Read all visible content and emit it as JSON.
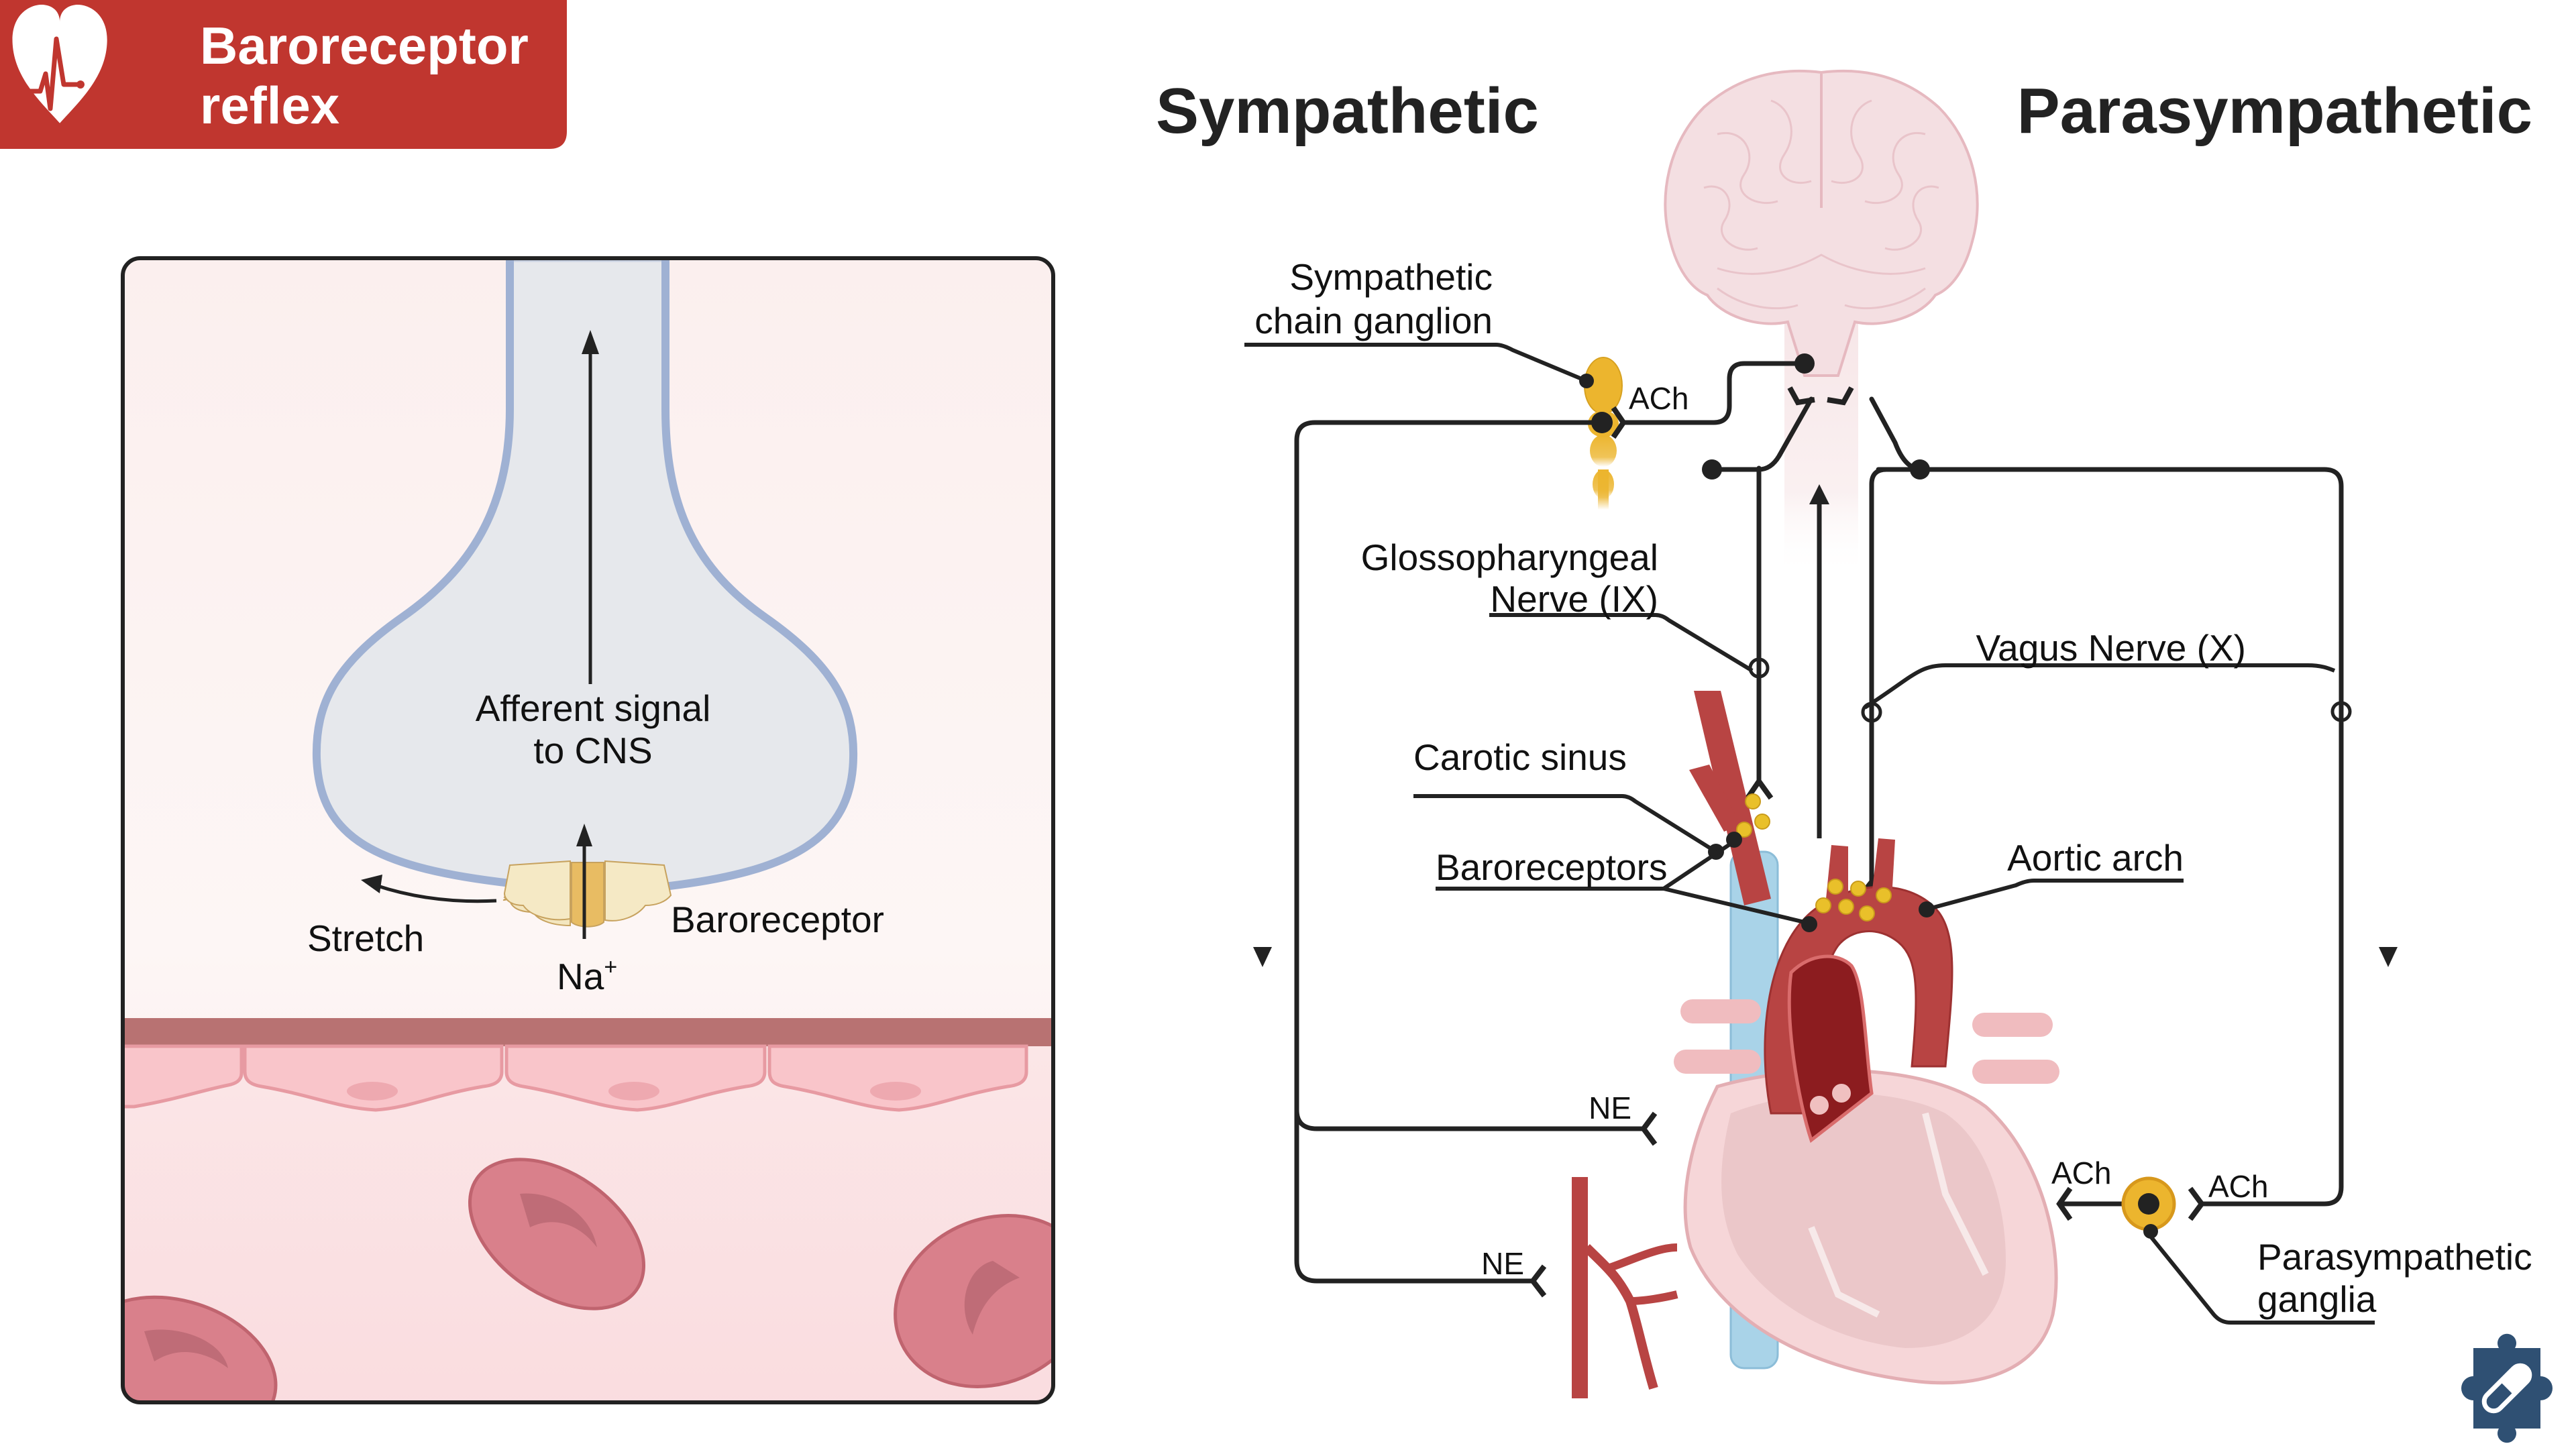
{
  "title": {
    "line1": "Baroreceptor",
    "line2": "reflex",
    "icon": "heart-pulse-icon",
    "background_color": "#c0362f"
  },
  "headings": {
    "sympathetic": "Sympathetic",
    "parasympathetic": "Parasympathetic"
  },
  "left_panel": {
    "afferent_line1": "Afferent signal",
    "afferent_line2": "to CNS",
    "stretch": "Stretch",
    "baroreceptor": "Baroreceptor",
    "sodium_base": "Na",
    "sodium_charge": "+"
  },
  "labels": {
    "chain_ganglion_line1": "Sympathetic",
    "chain_ganglion_line2": "chain ganglion",
    "ach_chain": "ACh",
    "glossopharyngeal_line1": "Glossopharyngeal",
    "glossopharyngeal_line2": "Nerve (IX)",
    "vagus": "Vagus Nerve (X)",
    "carotid_sinus": "Carotic sinus",
    "baroreceptors": "Baroreceptors",
    "aortic_arch": "Aortic arch",
    "ne_heart": "NE",
    "ne_vessel": "NE",
    "ach_heart": "ACh",
    "ach_ganglion": "ACh",
    "para_ganglia_line1": "Parasympathetic",
    "para_ganglia_line2": "ganglia"
  },
  "colors": {
    "title_red": "#c0362f",
    "artery_red": "#b84443",
    "vein_blue": "#a9d3e8",
    "ganglion_yellow": "#ecb52e",
    "brain_pink": "#f5e1e3",
    "wire_dark": "#222222",
    "logo_blue": "#2f5073"
  },
  "logo": {
    "icon": "puzzle-pill-icon"
  }
}
